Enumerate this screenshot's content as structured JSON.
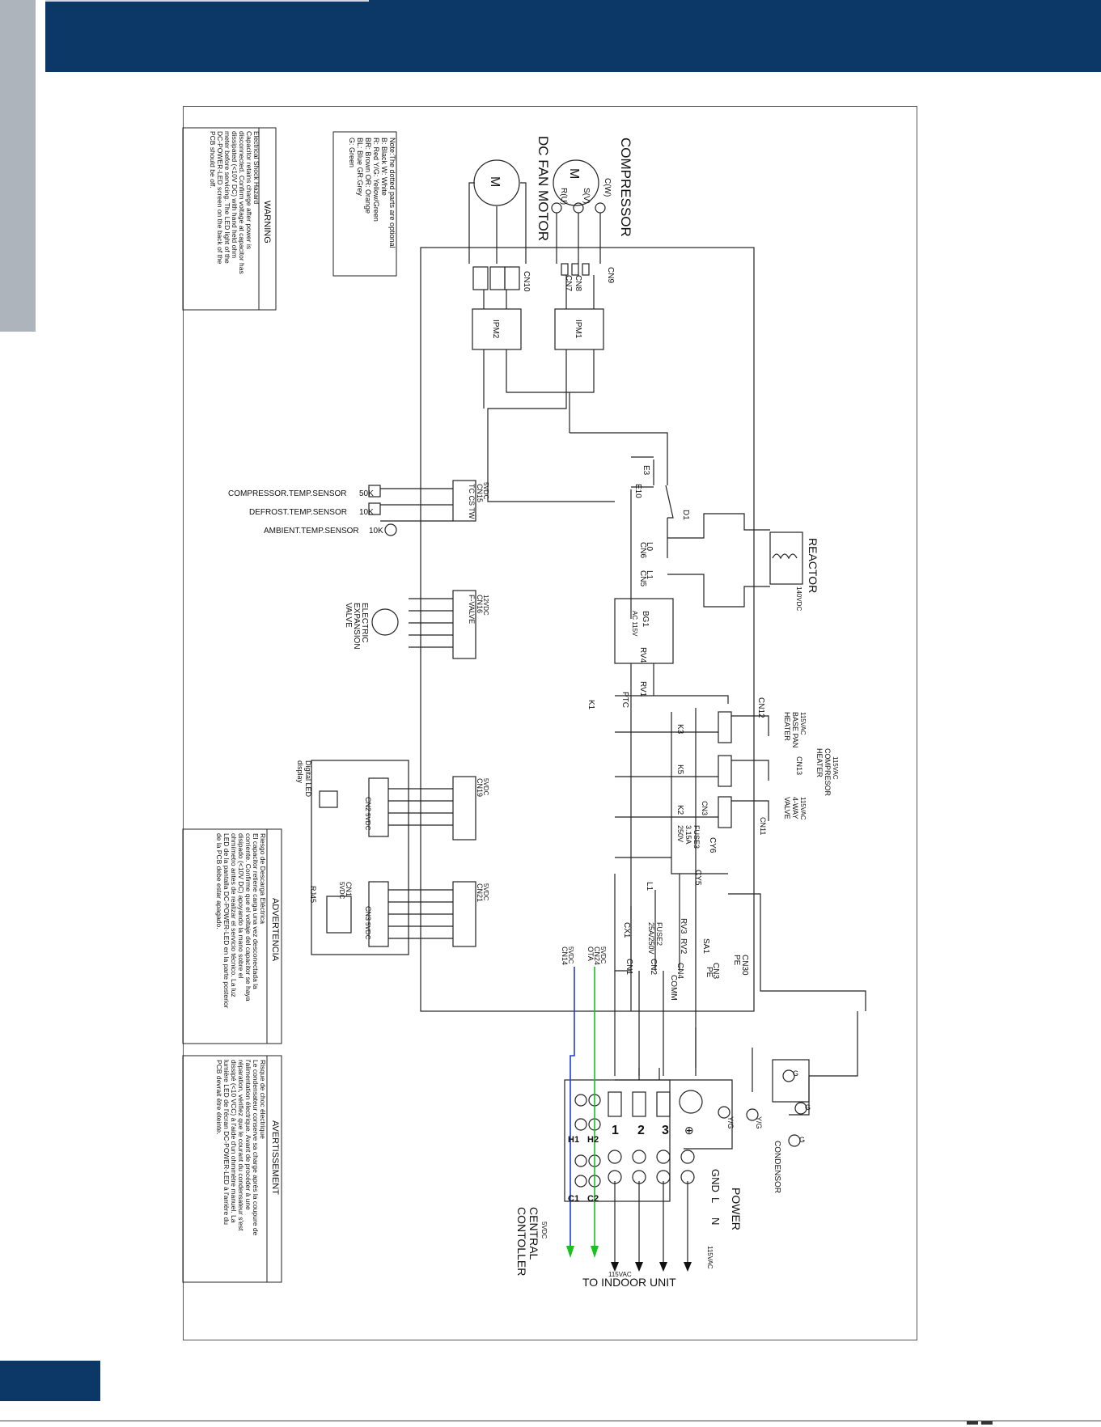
{
  "header": {
    "bar_color": "#0b3866",
    "side_color": "#aeb4bb"
  },
  "footer": {
    "right_mark": "▬ ▬"
  },
  "diagram": {
    "compressor": {
      "title": "COMPRESSOR",
      "symbol": "M",
      "t_cw": "C(W)",
      "t_sv": "S(V)",
      "t_ru": "R(U)"
    },
    "fan": {
      "title": "DC FAN MOTOR",
      "symbol": "M"
    },
    "note": {
      "lines": [
        "Note:The dotted parts are optional",
        "B: Black       W: White",
        "R: Red          Y/G: Yellow/Green",
        "BR: Brown     OR: Orange",
        "BL: Blue        GR:Grey",
        "G: Green"
      ]
    },
    "warning_en": {
      "title": "WARNING",
      "lines": [
        "Electrical Shock Hazard",
        "Capacitor retains charge after power is",
        "disconnected. Confirm voltage at capacitor has",
        "dissipated (<10V DC) with hand held ohm",
        "meter before servicing.  The LED light of the",
        "DC-POWER-LED screen on the back of the",
        "PCB should be off."
      ]
    },
    "warning_es": {
      "title": "ADVERTENCIA",
      "lines": [
        "Riesgo de Descarga Eléctrica",
        "El capacitor retiene carga una vez desconectada la",
        "corriente. Confirme que el voltaje del capacitor se haya",
        "disipado (<10V DC) apoyando la mano sobre el",
        "ohmímetro antes de realizar el servicio técnico. La luz",
        "LED de la pantalla DC-POWER-LED en la parte posterior",
        "de la PCB debe estar apagado."
      ]
    },
    "warning_fr": {
      "title": "AVERTISSEMENT",
      "lines": [
        "Risque de choc électrique",
        "Le condensateur conserve sa charge après la coupure de",
        "l'alimentation électrique. Avant de procéder à une",
        "réparation, vérifiez que le courant du condensateur s'est",
        "dissipé (<10 VCC) à l'aide d'un ohmmètre manuel. La",
        "lumière LED de l'écran DC-POWER-LED à l'arrière du",
        "PCB devrait être éteinte."
      ]
    },
    "connectors": {
      "cn9": "CN9",
      "cn8": "CN8",
      "cn7": "CN7",
      "cn10": "CN10",
      "ipm1": "IPM1",
      "ipm2": "IPM2",
      "e3": "E3",
      "e10": "E10",
      "d1": "D1",
      "cn6": "CN6",
      "l0": "L0",
      "cn5": "CN5",
      "l1": "L1",
      "reactor": "REACTOR",
      "reactor_v": "140VDC",
      "cn15": "CN15",
      "cn15_v": "5VDC",
      "cn15_pins": "TC CS TW",
      "cn16": "CN16",
      "cn16_v": "12VDC",
      "cn16_label": "F-VALVE",
      "bg1": "BG1",
      "bg1_v": "AC 115V",
      "rv4": "RV4",
      "rv1": "RV1",
      "ptc": "PTC",
      "k1": "K1",
      "cn12": "CN12",
      "base_pan": [
        "115VAC",
        "BASE PAN",
        "HEATER"
      ],
      "cn13": "CN13",
      "comp_heater": [
        "115VAC",
        "COMPRESOR",
        "HEATER"
      ],
      "cn11": "CN11",
      "cn3_relay": "CN3",
      "four_way": [
        "115VAC",
        "4-WAY",
        "VALVE"
      ],
      "k3": "K3",
      "k5": "K5",
      "k2": "K2",
      "fuse3": [
        "FUSE3",
        "3.15A",
        "250V"
      ],
      "cy6": "CY6",
      "cy5": "CY5",
      "cn19": "CN19",
      "cn19_v": "5VDC",
      "cn2": "CN2",
      "cn2_v": "5VDC",
      "cn21": "CN21",
      "cn21_v": "5VDC",
      "cn3": "CN3",
      "cn3_v": "5VDC",
      "cn1": "CN1",
      "cn1_v": "5VDC",
      "rj45": "RJ45",
      "digital_led": [
        "Digital LED",
        "display"
      ],
      "l_choke": "L1",
      "cx1": "CX1",
      "rv3": "RV3",
      "rv2": "RV2",
      "fuse2": [
        "FUSE2",
        "25A/250V"
      ],
      "sa1": "SA1",
      "cn30": "CN30",
      "pe": "PE",
      "cn24": "CN24",
      "cn24_v": "5VDC",
      "cn24_label": "OTA",
      "cn14": "CN14",
      "cn14_v": "5VDC",
      "cn1_term": "CN1",
      "cn2_term": "CN2",
      "cn4": "CN4",
      "comm": "COMM",
      "cn_pe": "CN3",
      "cn_pe2": "PE"
    },
    "sensors": {
      "compressor": "COMPRESSOR.TEMP.SENSOR",
      "compressor_r": "50K",
      "defrost": "DEFROST.TEMP.SENSOR",
      "defrost_r": "10K",
      "ambient": "AMBIENT.TEMP.SENSOR",
      "ambient_r": "10K"
    },
    "eev": [
      "ELECTRIC",
      "EXPANSION",
      "VALVE"
    ],
    "terminal": {
      "t1": "1",
      "t2": "2",
      "t3": "3",
      "tg": "⊕",
      "h1": "H1",
      "h2": "H2",
      "c1": "C1",
      "c2": "C2",
      "yg": "Y/G",
      "gnd": "GND",
      "l": "L",
      "n": "N",
      "power": "POWER",
      "power_v": "115VAC",
      "indoor": "TO INDOOR UNIT",
      "indoor_v": "115VAC",
      "central": [
        "CENTRAL",
        "CONTOLLER"
      ],
      "central_v": "5VDC"
    },
    "condensor": {
      "title": "CONDENSOR",
      "g": "G"
    },
    "wire_colors": {
      "blue": "#1f3fd6",
      "green": "#19c21f"
    }
  }
}
